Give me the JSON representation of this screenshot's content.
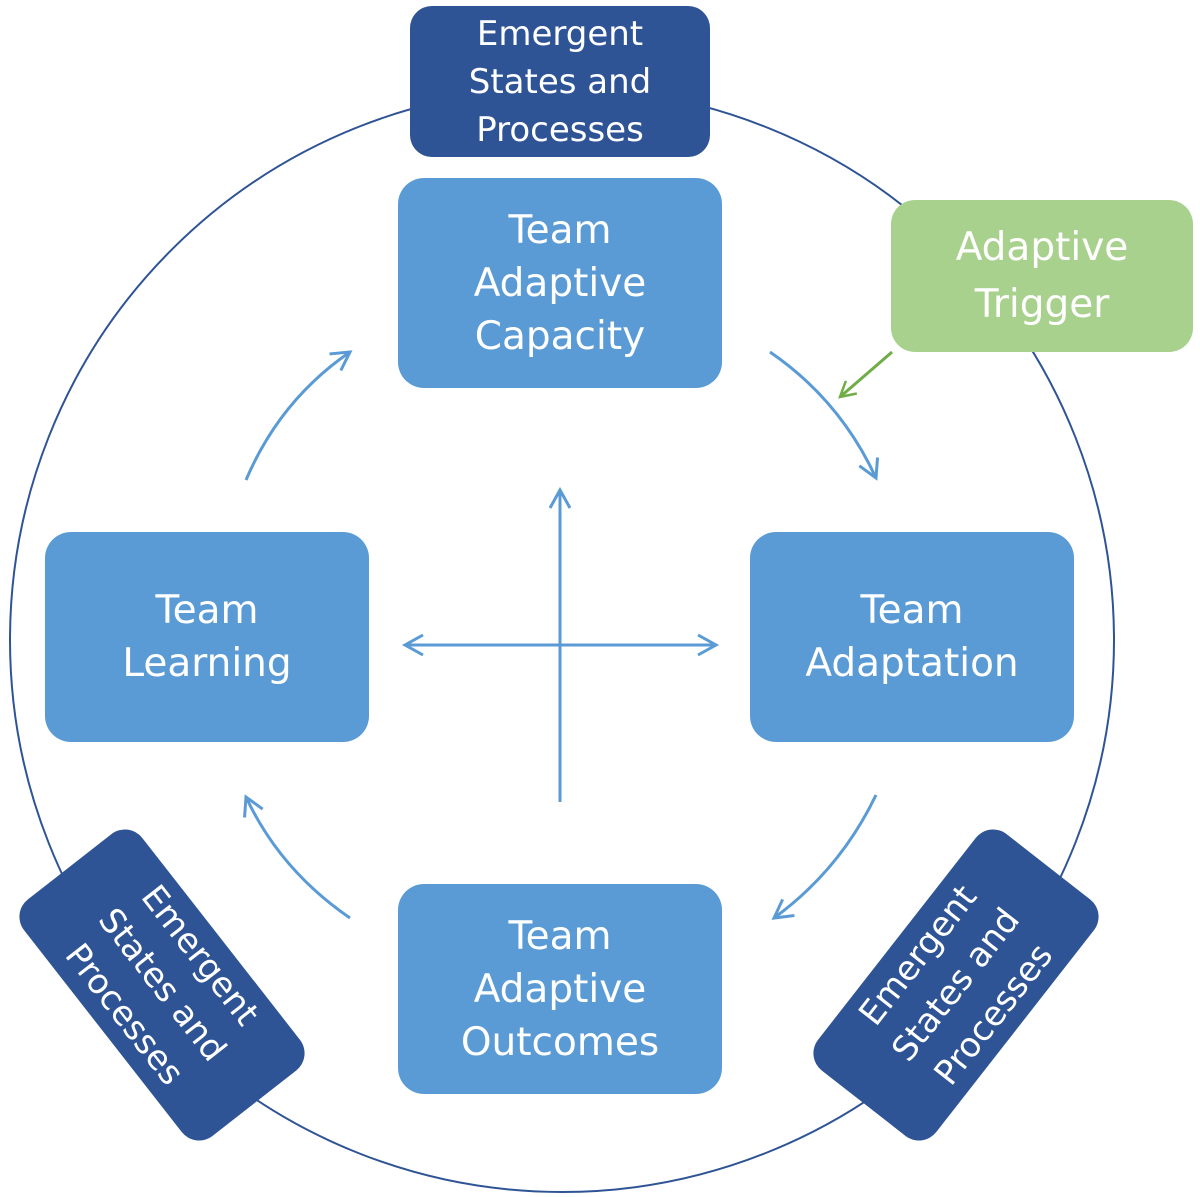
{
  "colors": {
    "core_fill": "#5b9bd5",
    "emergent_fill": "#2f5496",
    "trigger_fill": "#a9d18e",
    "arrow": "#5b9bd5",
    "trigger_arrow": "#70ad47",
    "circle": "#2f5496",
    "text": "#ffffff"
  },
  "nodes": {
    "capacity": {
      "lines": [
        "Team",
        "Adaptive",
        "Capacity"
      ]
    },
    "adaptation": {
      "lines": [
        "Team",
        "Adaptation"
      ]
    },
    "outcomes": {
      "lines": [
        "Team",
        "Adaptive",
        "Outcomes"
      ]
    },
    "learning": {
      "lines": [
        "Team",
        "Learning"
      ]
    }
  },
  "emergent": {
    "top": {
      "lines": [
        "Emergent",
        "States and",
        "Processes"
      ]
    },
    "bottom_left": {
      "lines": [
        "Emergent",
        "States and",
        "Processes"
      ]
    },
    "bottom_right": {
      "lines": [
        "Emergent",
        "States and",
        "Processes"
      ]
    }
  },
  "trigger": {
    "lines": [
      "Adaptive",
      "Trigger"
    ]
  },
  "edges": [
    {
      "from": "capacity",
      "to": "adaptation"
    },
    {
      "from": "adaptation",
      "to": "outcomes"
    },
    {
      "from": "outcomes",
      "to": "learning"
    },
    {
      "from": "learning",
      "to": "capacity"
    },
    {
      "from": "trigger",
      "to": "capacity-adaptation-edge"
    }
  ]
}
